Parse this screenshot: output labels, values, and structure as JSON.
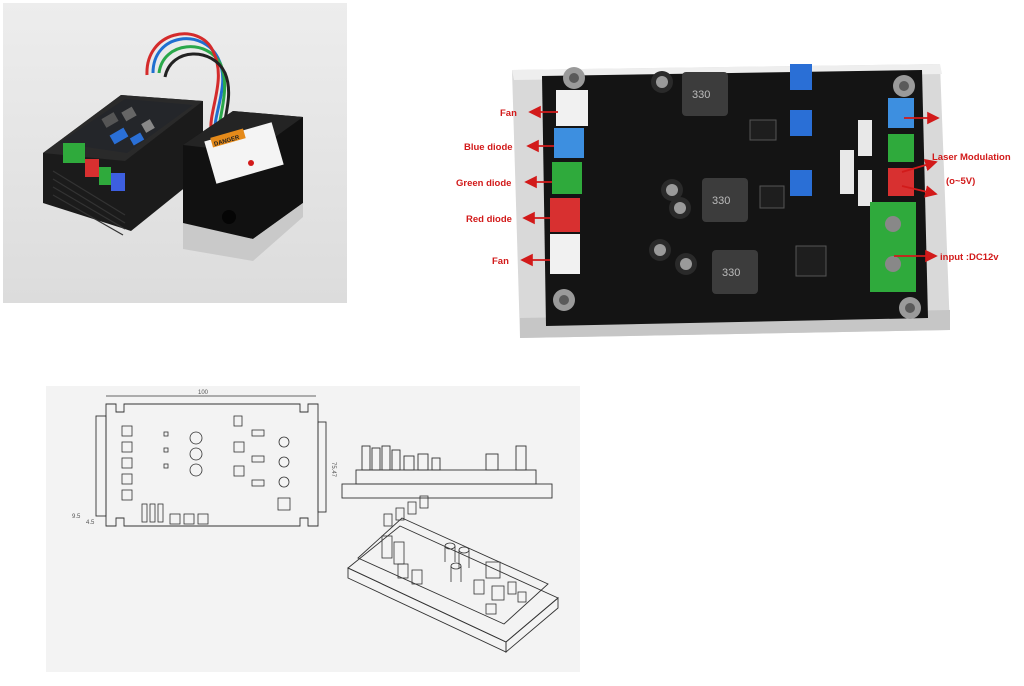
{
  "board_labels": {
    "fan_top": "Fan",
    "blue_diode": "Blue diode",
    "green_diode": "Green diode",
    "red_diode": "Red diode",
    "fan_bottom": "Fan",
    "laser_modulation": "Laser Modulation",
    "modulation_range": "(o~5V)",
    "input": "input :DC12v"
  },
  "inductor_markings": [
    "330",
    "330",
    "330"
  ],
  "photo_label_text": "DANGER",
  "drawing_dims": {
    "width_dim": "100",
    "height_dim": "75.47",
    "side_dim_a": "9.5",
    "side_dim_b": "4.5"
  },
  "colors": {
    "arrow_red": "#d21a1a",
    "pcb_black": "#141414",
    "terminal_green": "#2faa3c",
    "terminal_blue": "#3d8fe0",
    "terminal_red": "#d83030",
    "pot_blue": "#2a6fd6"
  }
}
